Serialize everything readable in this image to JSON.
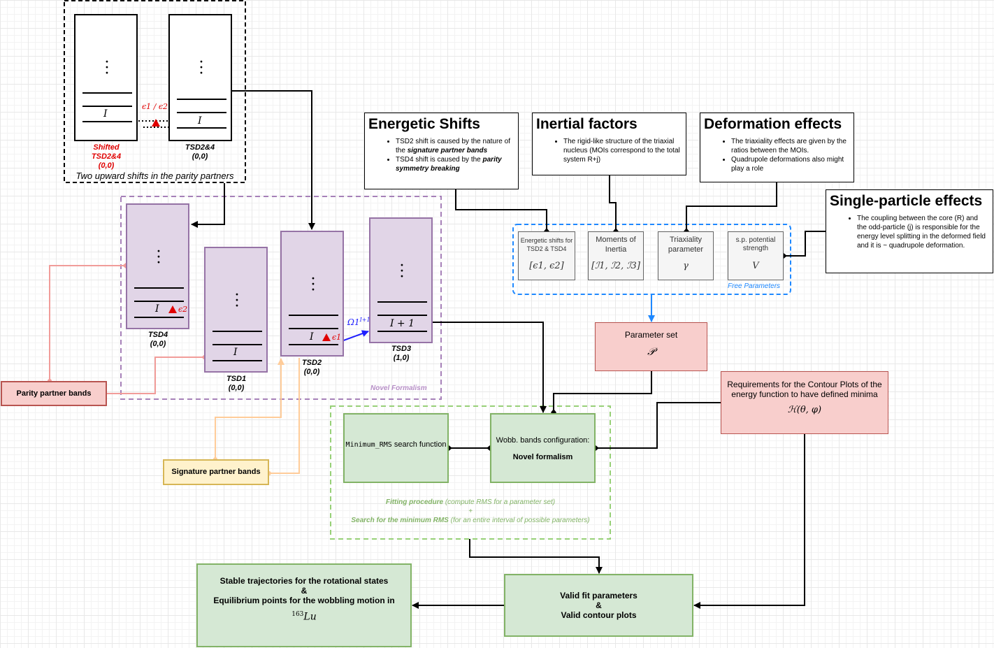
{
  "top_group": {
    "caption": "Two upward shifts in the parity partners",
    "shifted_label": [
      "Shifted",
      "TSD2&4",
      "(0,0)"
    ],
    "tsd24_label": [
      "TSD2&4",
      "(0,0)"
    ],
    "epsilon_ratio": "ϵ1 / ϵ2",
    "level_I": "I"
  },
  "novel": {
    "caption": "Novel Formalism",
    "tsd4": {
      "name": "TSD4",
      "sig": "(0,0)",
      "level": "I",
      "eps": "ϵ2"
    },
    "tsd1": {
      "name": "TSD1",
      "sig": "(0,0)",
      "level": "I"
    },
    "tsd2": {
      "name": "TSD2",
      "sig": "(0,0)",
      "level": "I",
      "eps": "ϵ1"
    },
    "tsd3": {
      "name": "TSD3",
      "sig": "(1,0)",
      "level": "I + 1"
    },
    "omega": "Ω1",
    "omega_sup": "I+1"
  },
  "parity_box": "Parity partner bands",
  "signature_box": "Signature partner bands",
  "headers": {
    "energetic": {
      "title": "Energetic Shifts",
      "b1_pre": "TSD2 shift is caused by the nature of the ",
      "b1_em": "signature partner bands",
      "b2_pre": "TSD4 shift is caused by the ",
      "b2_em": "parity symmetry breaking"
    },
    "inertial": {
      "title": "Inertial factors",
      "b1": "The rigid-like structure of the triaxial nucleus (MOIs correspond to the total system R+j)"
    },
    "deformation": {
      "title": "Deformation effects",
      "b1": "The triaxiality effects are given by the ratios between the MOIs.",
      "b2": "Quadrupole deformations also might play a role"
    },
    "single": {
      "title": "Single-particle effects",
      "b1": "The coupling between the core (R) and the odd-particle (j) is responsible for the energy level splitting in the deformed field and it is ~ quadrupole deformation."
    }
  },
  "params": {
    "caption": "Free Parameters",
    "p1": {
      "label": "Energetic shifts for TSD2 & TSD4",
      "math": "[ϵ1, ϵ2]"
    },
    "p2": {
      "label": "Moments of Inertia",
      "math": "[ℐ1, ℐ2, ℐ3]"
    },
    "p3": {
      "label": "Triaxiality parameter",
      "math": "γ"
    },
    "p4": {
      "label": "s.p. potential strength",
      "math": "V"
    }
  },
  "param_set": {
    "label": "Parameter set",
    "math": "𝒫"
  },
  "requirements": {
    "label": "Requirements for the Contour Plots of the energy function to have defined minima",
    "math": "ℋ(θ, φ)"
  },
  "fitting": {
    "search_code": "Minimum_RMS",
    "search_rest": " search function",
    "wobb_label": "Wobb. bands configuration:",
    "wobb_bold": "Novel formalism",
    "cap1_bold": "Fitting procedure",
    "cap1_rest": " (compute RMS for a parameter set)",
    "cap_plus": "+",
    "cap2_bold": "Search for the minimum RMS",
    "cap2_rest": " (for an entire interval of possible parameters)"
  },
  "valid": {
    "l1": "Valid fit parameters",
    "l2": "&",
    "l3": "Valid contour plots"
  },
  "stable": {
    "l1": "Stable trajectories for the rotational states",
    "l2": "&",
    "l3": "Equilibrium points for the wobbling motion in",
    "nucleus_sup": "163",
    "nucleus": "Lu"
  },
  "colors": {
    "purple_fill": "#e1d5e7",
    "purple_stroke": "#9673a6",
    "pink_fill": "#f8cecc",
    "pink_stroke": "#b85450",
    "green_fill": "#d5e8d4",
    "green_stroke": "#82b366",
    "yellow_fill": "#fff2cc",
    "yellow_stroke": "#d6b656",
    "blue": "#1e88ff",
    "red_mark": "#e00000",
    "omega_arrow": "#2020ff"
  }
}
